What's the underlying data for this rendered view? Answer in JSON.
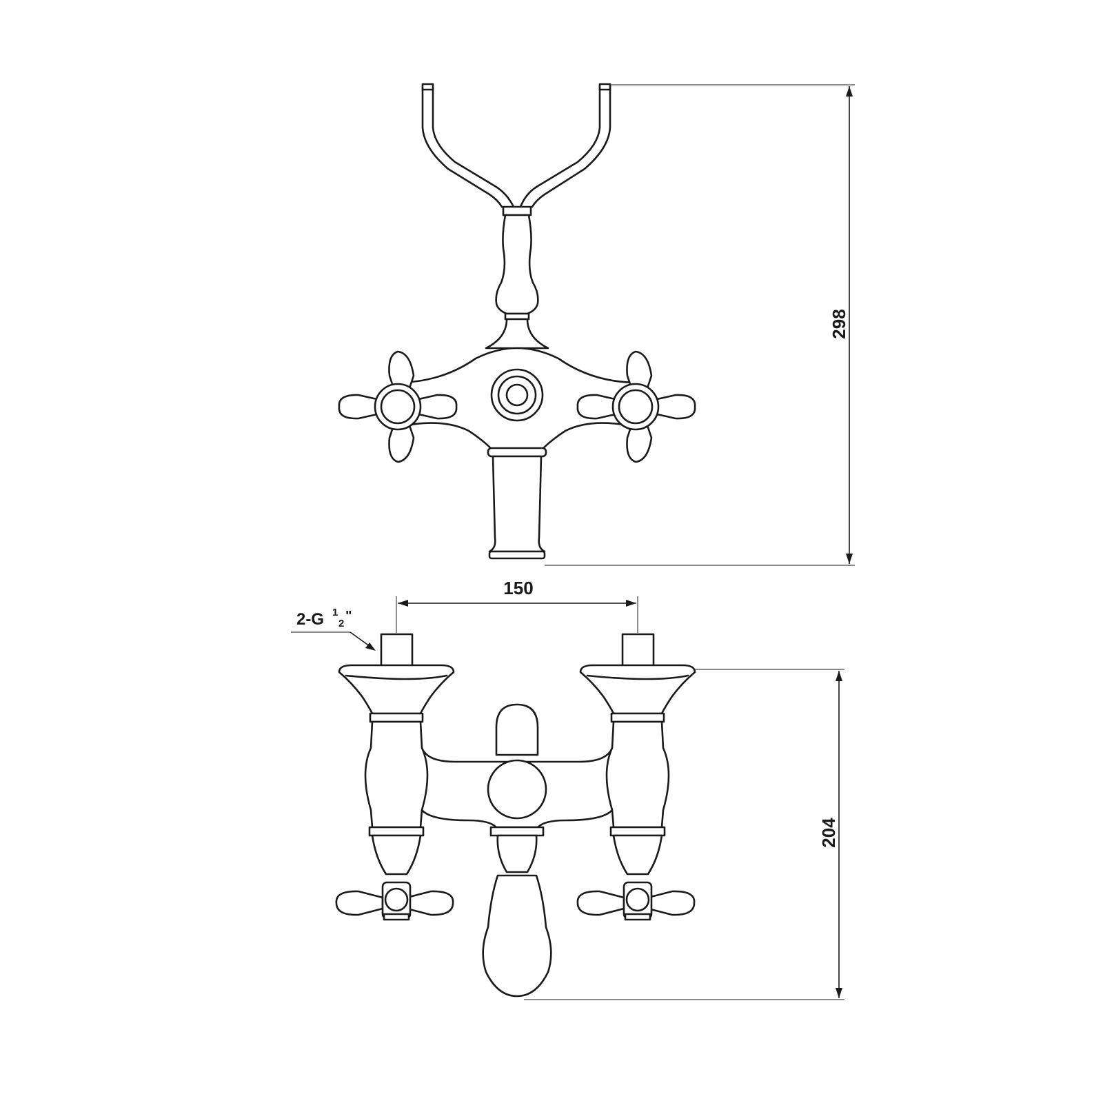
{
  "dimensions": {
    "overall_height_top_view": "298",
    "inlet_spacing": "150",
    "front_height": "204",
    "inlet_label_prefix": "2-G",
    "inlet_label_fraction_num": "1",
    "inlet_label_fraction_den": "2",
    "inlet_label_suffix": "\""
  }
}
